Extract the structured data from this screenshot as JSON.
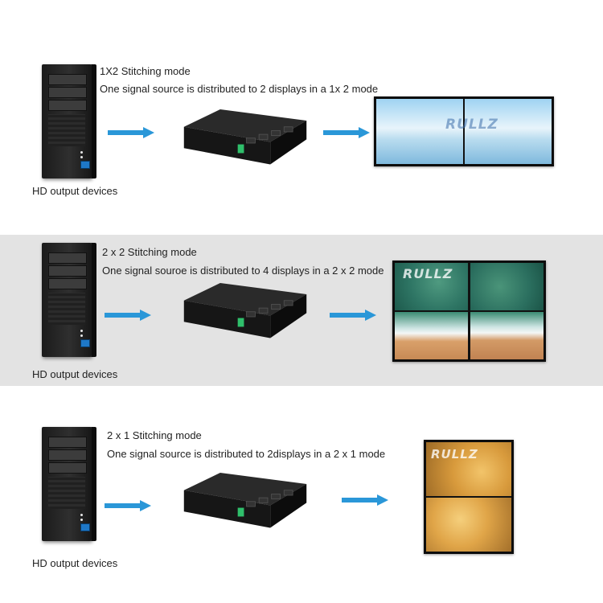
{
  "sections": [
    {
      "title": "1X2 Stitching mode",
      "description": "One signal source is distributed to 2 displays in a 1x 2 mode",
      "device_label": "HD output devices",
      "watermark": "RULLZ"
    },
    {
      "title": "2 x 2 Stitching mode",
      "description": "One signal souroe is distributed to 4 displays in a 2 x 2 mode",
      "device_label": "HD output devices",
      "watermark": "RULLZ"
    },
    {
      "title": "2 x 1 Stitching mode",
      "description": "One signal source is distributed to 2displays in a 2 x 1 mode",
      "device_label": "HD output devices",
      "watermark": "RULLZ"
    }
  ],
  "colors": {
    "arrow": "#2a97d8",
    "band": "#e3e3e3",
    "device": "#141414",
    "terminal": "#2fbf6b"
  },
  "icons": [
    "pc-tower-icon",
    "right-arrow-icon",
    "video-wall-controller-icon",
    "video-wall-display-icon"
  ]
}
